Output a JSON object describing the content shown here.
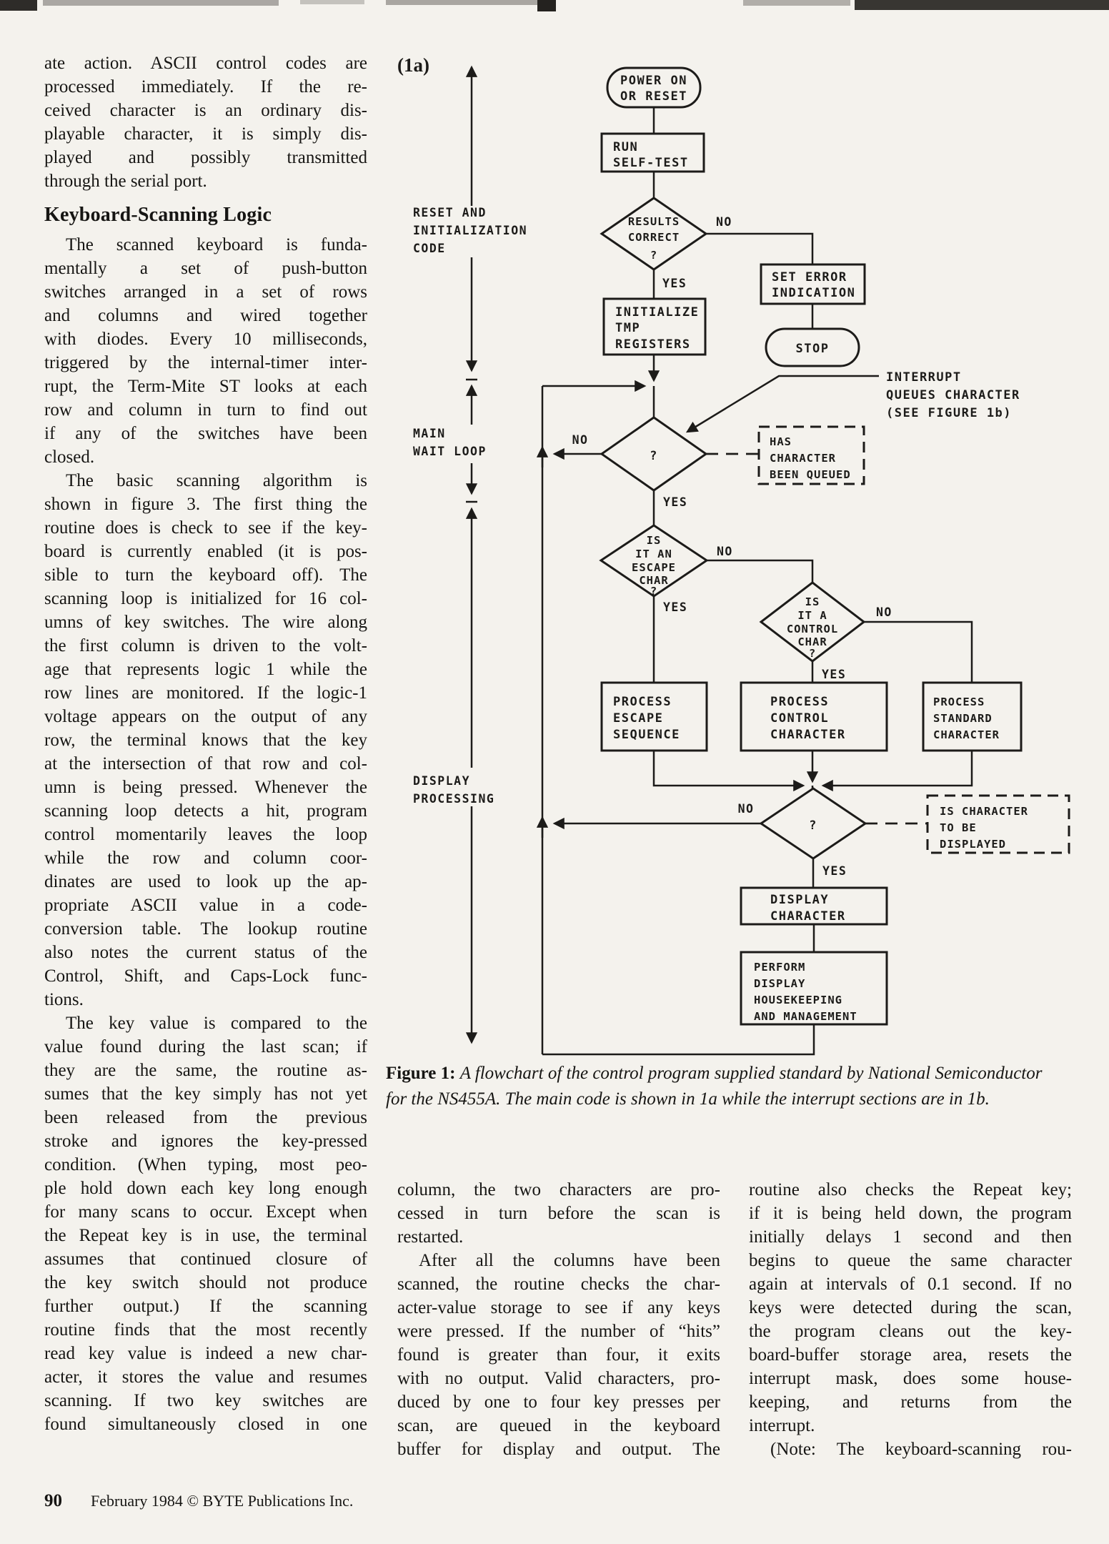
{
  "body": {
    "left": {
      "p1": {
        "lines": [
          "ate action. ASCII control codes are",
          "processed immediately. If the re-",
          "ceived character is an ordinary dis-",
          "playable character, it is simply dis-",
          "played and possibly transmitted",
          "through the serial port."
        ]
      },
      "heading": "Keyboard-Scanning Logic",
      "p2": {
        "lines": [
          "The scanned keyboard is funda-",
          "mentally a set of push-button",
          "switches arranged in a set of rows",
          "and columns and wired together",
          "with diodes. Every 10 milliseconds,",
          "triggered by the internal-timer inter-",
          "rupt, the Term-Mite ST looks at each",
          "row and column in turn to find out",
          "if any of the switches have been",
          "closed."
        ]
      },
      "p3": {
        "lines": [
          "The basic scanning algorithm is",
          "shown in figure 3. The first thing the",
          "routine does is check to see if the key-",
          "board is currently enabled (it is pos-",
          "sible to turn the keyboard off). The",
          "scanning loop is initialized for 16 col-",
          "umns of key switches. The wire along",
          "the first column is driven to the volt-",
          "age that represents logic 1 while the",
          "row lines are monitored. If the logic-1",
          "voltage appears on the output of any",
          "row, the terminal knows that the key",
          "at the intersection of that row and col-",
          "umn is being pressed. Whenever the",
          "scanning loop detects a hit, program",
          "control momentarily leaves the loop",
          "while the row and column coor-",
          "dinates are used to look up the ap-",
          "propriate ASCII value in a code-",
          "conversion table. The lookup routine",
          "also notes the current status of the",
          "Control, Shift, and Caps-Lock func-",
          "tions."
        ]
      },
      "p4": {
        "lines": [
          "The key value is compared to the",
          "value found during the last scan; if",
          "they are the same, the routine as-",
          "sumes that the key simply has not yet",
          "been released from the previous",
          "stroke and ignores the key-pressed",
          "condition. (When typing, most peo-",
          "ple hold down each key long enough",
          "for many scans to occur. Except when",
          "the Repeat key is in use, the terminal",
          "assumes that continued closure of",
          "the key switch should not produce",
          "further output.) If the scanning",
          "routine finds that the most recently",
          "read key value is indeed a new char-",
          "acter, it stores the value and resumes",
          "scanning. If two key switches are",
          "found simultaneously closed in one"
        ]
      }
    },
    "mid": {
      "p1": {
        "lines": [
          "column, the two characters are pro-",
          "cessed in turn before the scan is",
          "restarted."
        ]
      },
      "p2": {
        "lines": [
          "After all the columns have been",
          "scanned, the routine checks the char-",
          "acter-value storage to see if any keys",
          "were pressed. If the number of “hits”",
          "found is greater than four, it exits",
          "with no output. Valid characters, pro-",
          "duced by one to four key presses per",
          "scan, are queued in the keyboard",
          "buffer for display and output. The"
        ]
      }
    },
    "right": {
      "p1": {
        "lines": [
          "routine also checks the Repeat key;",
          "if it is being held down, the program",
          "initially delays 1 second and then",
          "begins to queue the same character",
          "again at intervals of 0.1 second. If no",
          "keys were detected during the scan,",
          "the program cleans out the key-",
          "board-buffer storage area, resets the",
          "interrupt mask, does some house-",
          "keeping, and returns from the",
          "interrupt."
        ]
      },
      "p2": {
        "lines": [
          "(Note: The keyboard-scanning rou-"
        ]
      }
    }
  },
  "caption": {
    "label": "Figure 1:",
    "line1": "A flowchart of the control program supplied standard by National Semiconductor",
    "line2": "for the NS455A. The main code is shown in 1a while the interrupt sections are in 1b."
  },
  "footer": {
    "page_number": "90",
    "credit": "February 1984 © BYTE Publications Inc."
  },
  "fc": {
    "figure_label": "(1a)",
    "sections": {
      "reset": [
        "RESET AND",
        "INITIALIZATION",
        "CODE"
      ],
      "main_wait": [
        "MAIN",
        "WAIT LOOP"
      ],
      "display": [
        "DISPLAY",
        "PROCESSING"
      ]
    },
    "labels": {
      "yes": "YES",
      "no": "NO"
    },
    "nodes": {
      "power_on": [
        "POWER ON",
        "OR RESET"
      ],
      "run_self_test": [
        "RUN",
        "SELF-TEST"
      ],
      "results_correct": [
        "RESULTS",
        "CORRECT",
        "?"
      ],
      "set_error": [
        "SET ERROR",
        "INDICATION"
      ],
      "stop": "STOP",
      "initialize": [
        "INITIALIZE",
        "TMP",
        "REGISTERS"
      ],
      "wait_q": "?",
      "interrupt_note": [
        "INTERRUPT",
        "QUEUES CHARACTER",
        "(SEE FIGURE 1b)"
      ],
      "has_queued": [
        "HAS",
        "CHARACTER",
        "BEEN QUEUED"
      ],
      "is_escape": [
        "IS",
        "IT AN",
        "ESCAPE",
        "CHAR",
        "?"
      ],
      "is_control": [
        "IS",
        "IT A",
        "CONTROL",
        "CHAR",
        "?"
      ],
      "proc_escape": [
        "PROCESS",
        "ESCAPE",
        "SEQUENCE"
      ],
      "proc_control": [
        "PROCESS",
        "CONTROL",
        "CHARACTER"
      ],
      "proc_standard": [
        "PROCESS",
        "STANDARD",
        "CHARACTER"
      ],
      "display_q": "?",
      "to_display": [
        "IS CHARACTER",
        "TO BE",
        "DISPLAYED"
      ],
      "display_char": [
        "DISPLAY",
        "CHARACTER"
      ],
      "housekeeping": [
        "PERFORM",
        "DISPLAY",
        "HOUSEKEEPING",
        "AND MANAGEMENT"
      ]
    }
  }
}
